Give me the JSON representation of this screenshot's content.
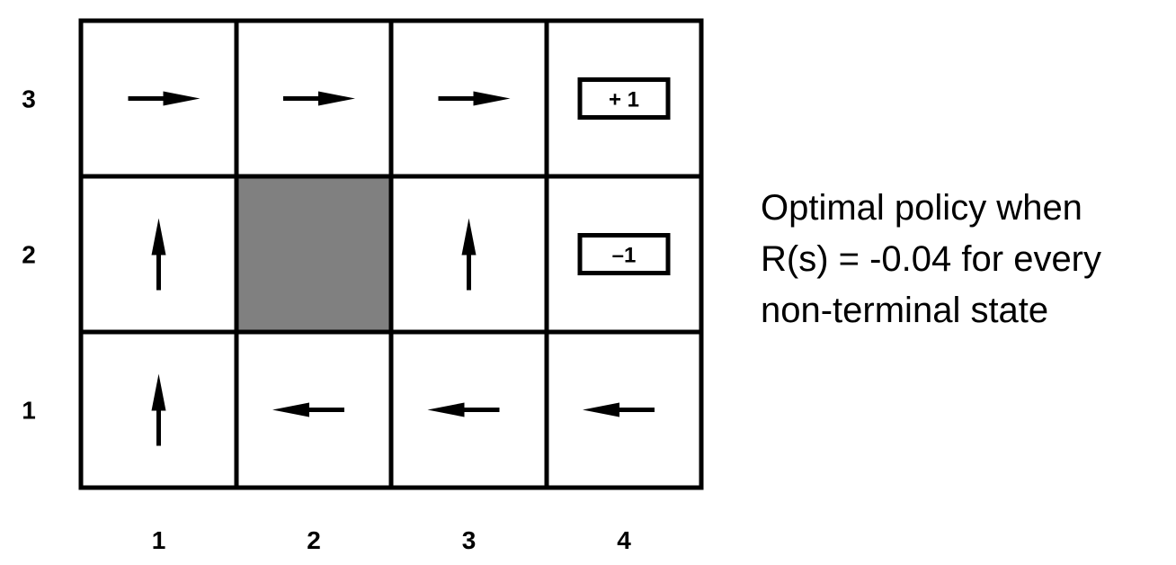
{
  "grid": {
    "columns": 4,
    "rows": 3,
    "column_labels": [
      "1",
      "2",
      "3",
      "4"
    ],
    "row_labels": [
      "3",
      "2",
      "1"
    ],
    "cells": [
      {
        "col": 1,
        "row": 3,
        "kind": "arrow",
        "direction": "right"
      },
      {
        "col": 2,
        "row": 3,
        "kind": "arrow",
        "direction": "right"
      },
      {
        "col": 3,
        "row": 3,
        "kind": "arrow",
        "direction": "right"
      },
      {
        "col": 4,
        "row": 3,
        "kind": "terminal",
        "label": "+ 1"
      },
      {
        "col": 1,
        "row": 2,
        "kind": "arrow",
        "direction": "up"
      },
      {
        "col": 2,
        "row": 2,
        "kind": "wall"
      },
      {
        "col": 3,
        "row": 2,
        "kind": "arrow",
        "direction": "up"
      },
      {
        "col": 4,
        "row": 2,
        "kind": "terminal",
        "label": "–1"
      },
      {
        "col": 1,
        "row": 1,
        "kind": "arrow",
        "direction": "up"
      },
      {
        "col": 2,
        "row": 1,
        "kind": "arrow",
        "direction": "left"
      },
      {
        "col": 3,
        "row": 1,
        "kind": "arrow",
        "direction": "left"
      },
      {
        "col": 4,
        "row": 1,
        "kind": "arrow",
        "direction": "left"
      }
    ]
  },
  "caption": {
    "lines": [
      "Optimal policy when",
      "R(s) = -0.04 for every",
      "non-terminal state"
    ]
  },
  "colors": {
    "grid_line": "#000000",
    "wall": "#808080",
    "background": "#ffffff"
  }
}
